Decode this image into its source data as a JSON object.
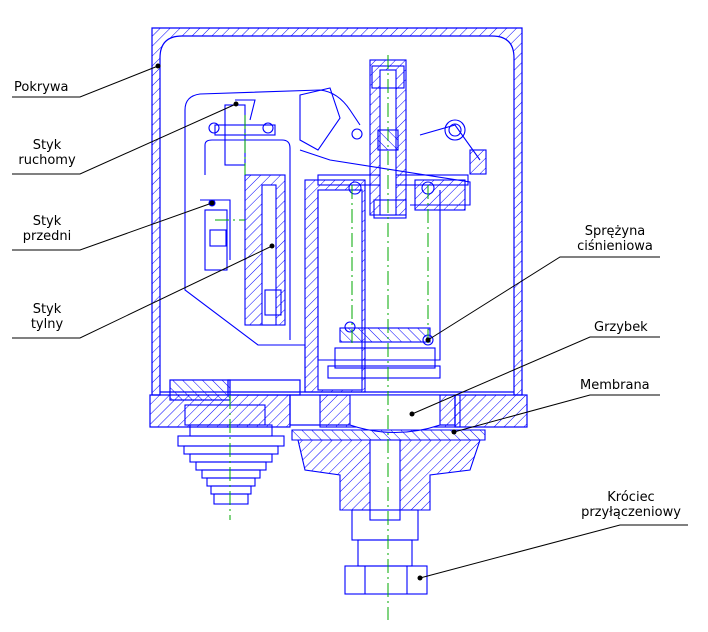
{
  "labels": {
    "pokrywa": "Pokrywa",
    "styk_ruchomy": [
      "Styk",
      "ruchomy"
    ],
    "styk_przedni": [
      "Styk",
      "przedni"
    ],
    "styk_tylny": [
      "Styk",
      "tylny"
    ],
    "sprezyna": [
      "Sprężyna",
      "ciśnieniowa"
    ],
    "grzybek": "Grzybek",
    "membrana": "Membrana",
    "krociec": [
      "Króciec",
      "przyłączeniowy"
    ]
  },
  "colors": {
    "outline": "#0000ff",
    "centerline": "#00aa00",
    "leader": "#000000",
    "hatch": "#0000ff"
  }
}
